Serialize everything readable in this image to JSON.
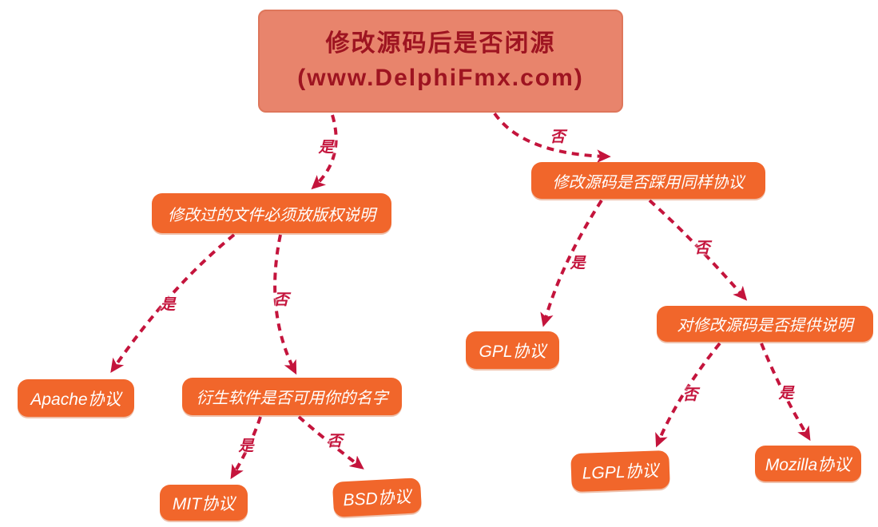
{
  "diagram": {
    "title": {
      "line1": "修改源码后是否闭源",
      "line2": "(www.DelphiFmx.com)"
    },
    "nodes": {
      "copyright": {
        "label": "修改过的文件必须放版权说明"
      },
      "sameLicense": {
        "label": "修改源码是否踩用同样协议"
      },
      "apache": {
        "label": "Apache协议"
      },
      "derivative": {
        "label": "衍生软件是否可用你的名字"
      },
      "gpl": {
        "label": "GPL协议"
      },
      "explain": {
        "label": "对修改源码是否提供说明"
      },
      "mit": {
        "label": "MIT协议"
      },
      "bsd": {
        "label": "BSD协议"
      },
      "lgpl": {
        "label": "LGPL协议"
      },
      "mozilla": {
        "label": "Mozilla协议"
      }
    },
    "edge_labels": {
      "root_copyright": "是",
      "root_sameLicense": "否",
      "copyright_apache": "是",
      "copyright_derivative": "否",
      "derivative_mit": "是",
      "derivative_bsd": "否",
      "sameLicense_gpl": "是",
      "sameLicense_explain": "否",
      "explain_lgpl": "否",
      "explain_mozilla": "是"
    },
    "colors": {
      "root_fill": "#E8846C",
      "root_border": "#DE765B",
      "root_text": "#9E1421",
      "node_fill": "#F1662B",
      "node_text": "#FFFFFF",
      "edge": "#C4143C"
    }
  }
}
